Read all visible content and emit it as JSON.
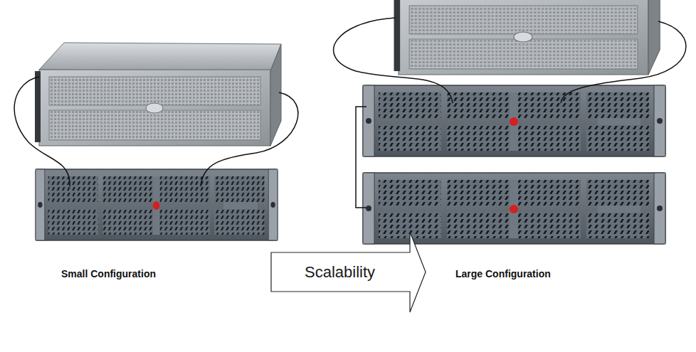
{
  "diagram": {
    "nodes": [
      {
        "text": [
          "Scalability"
        ]
      }
    ],
    "labels": [
      "Small Configuration",
      "Large Configuration"
    ]
  }
}
